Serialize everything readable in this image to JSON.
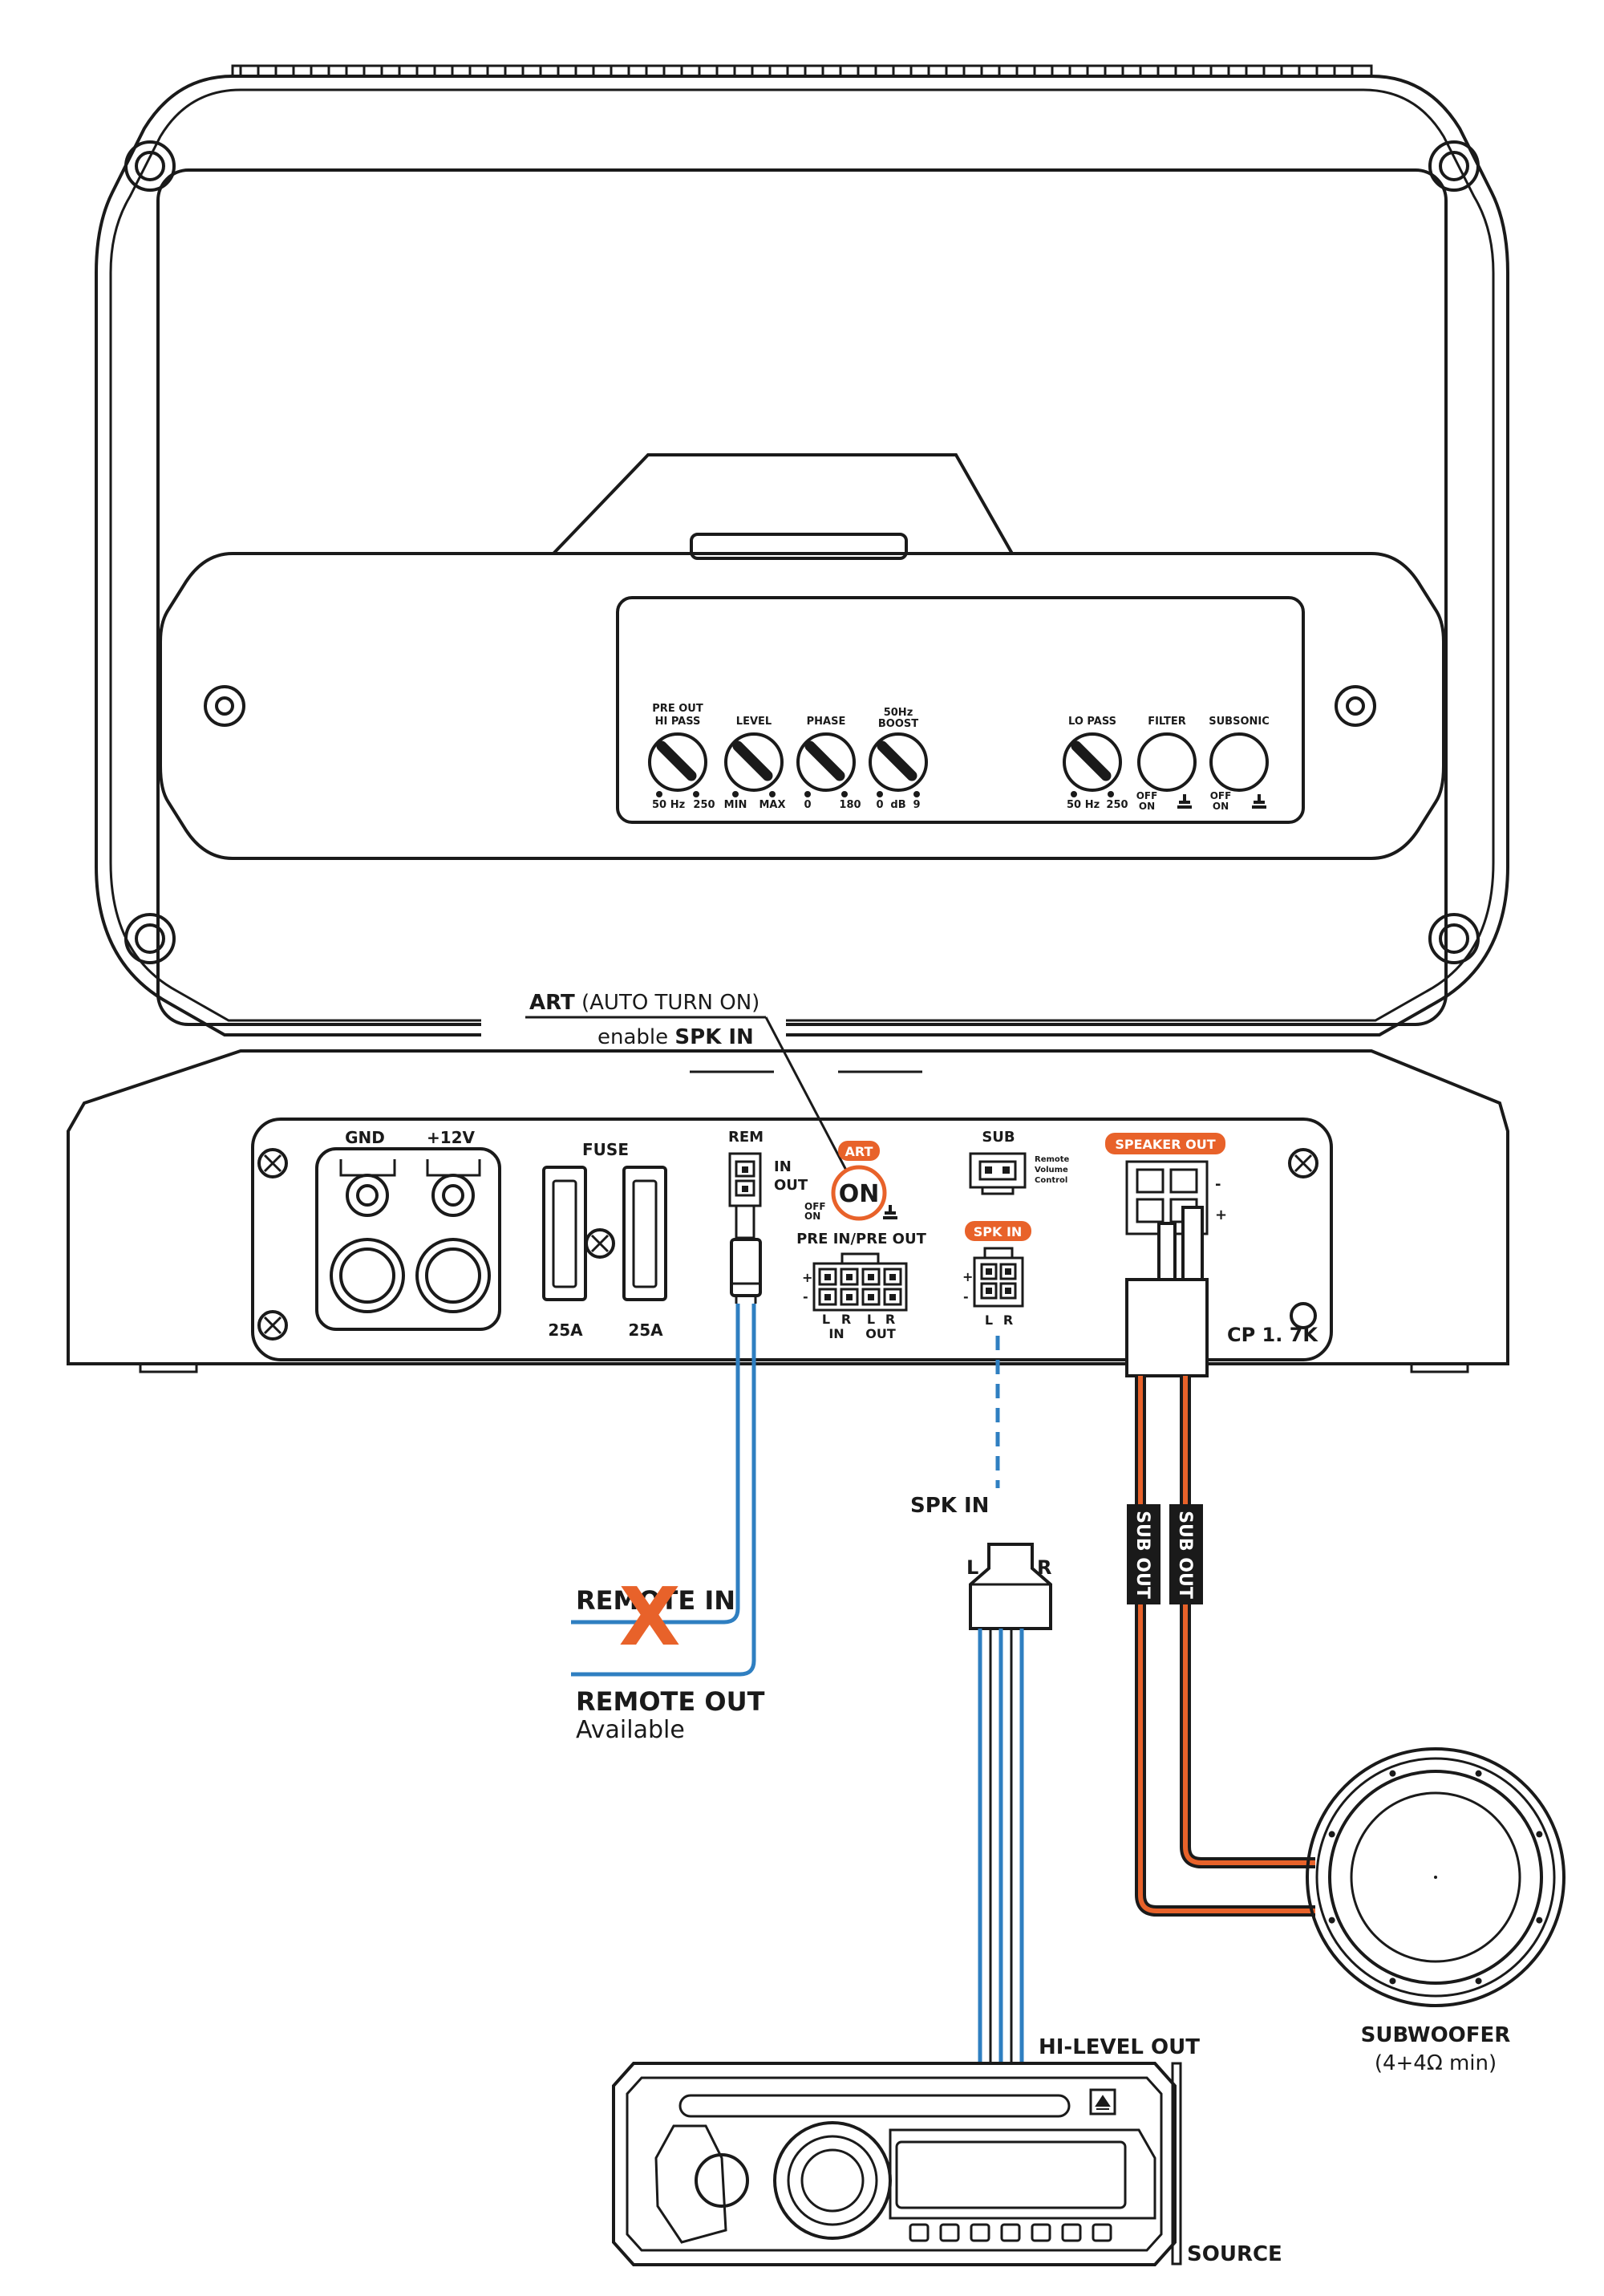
{
  "top_panel": {
    "hipass": {
      "label1": "PRE OUT",
      "label2": "HI PASS",
      "min": "50",
      "unit": "Hz",
      "max": "250"
    },
    "level": {
      "label": "LEVEL",
      "min": "MIN",
      "max": "MAX"
    },
    "phase": {
      "label": "PHASE",
      "min": "0",
      "max": "180"
    },
    "boost": {
      "label1": "50Hz",
      "label2": "BOOST",
      "min": "0",
      "unit": "dB",
      "max": "9"
    },
    "lopass": {
      "label": "LO PASS",
      "min": "50",
      "unit": "Hz",
      "max": "250"
    },
    "filter": {
      "label": "FILTER",
      "off": "OFF",
      "on": "ON"
    },
    "subsonic": {
      "label": "SUBSONIC",
      "off": "OFF",
      "on": "ON"
    }
  },
  "callout": {
    "art_bold": "ART",
    "art_rest": " (AUTO TURN ON)",
    "enable": "enable ",
    "spk_in": "SPK IN"
  },
  "front_panel": {
    "gnd": "GND",
    "plus12v": "+12V",
    "fuse": "FUSE",
    "fuse1": "25A",
    "fuse2": "25A",
    "rem": "REM",
    "rem_in": "IN",
    "rem_out": "OUT",
    "art_badge": "ART",
    "art_on": "ON",
    "art_off": "OFF",
    "art_on_small": "ON",
    "pre": "PRE IN/PRE OUT",
    "pre_l1": "L",
    "pre_r1": "R",
    "pre_l2": "L",
    "pre_r2": "R",
    "pre_in": "IN",
    "pre_out": "OUT",
    "pre_plus": "+",
    "pre_minus": "-",
    "sub": "SUB",
    "remote_vol1": "Remote",
    "remote_vol2": "Volume",
    "remote_vol3": "Control",
    "spk_badge": "SPK IN",
    "spk_plus": "+",
    "spk_minus": "-",
    "spk_l": "L",
    "spk_r": "R",
    "speaker_out": "SPEAKER OUT",
    "so_minus": "-",
    "so_plus": "+",
    "model": "CP 1. 7K"
  },
  "wiring": {
    "remote_in": "REMOTE IN",
    "remote_out": "REMOTE OUT",
    "available": "Available",
    "spk_in": "SPK IN",
    "plug_l": "L",
    "plug_r": "R",
    "sub_out1": "SUB OUT",
    "sub_out2": "SUB OUT",
    "hi_level": "HI-LEVEL OUT",
    "source": "SOURCE",
    "subwoofer": "SUBWOOFER",
    "sub_spec": "(4+4Ω min)"
  },
  "colors": {
    "orange": "#e8622a",
    "blue": "#2f7fc1",
    "ink": "#1a1a1a"
  }
}
